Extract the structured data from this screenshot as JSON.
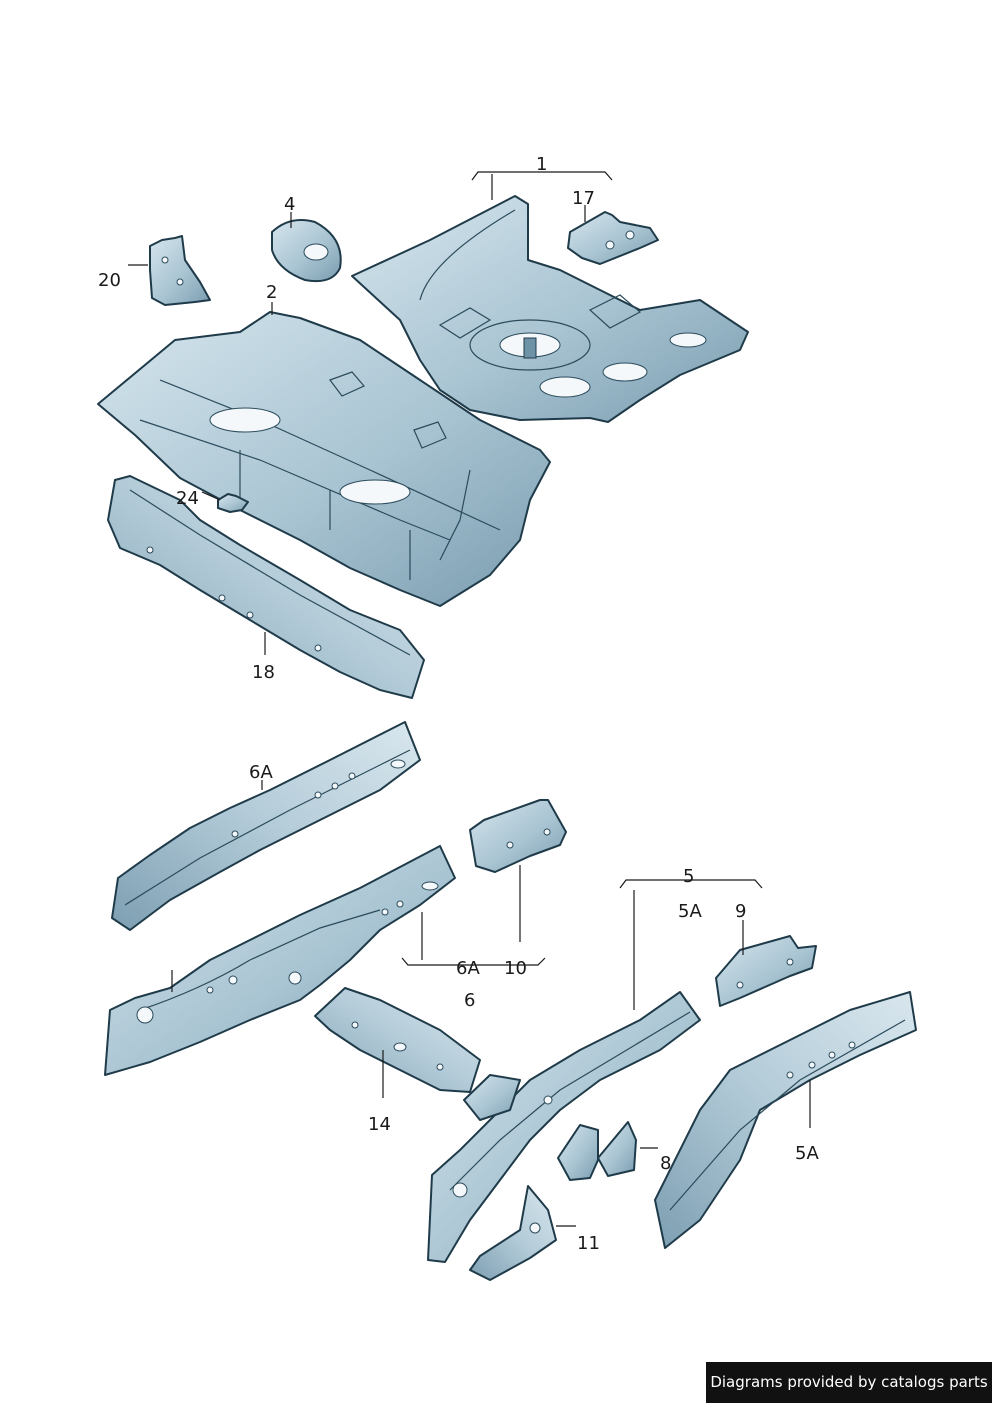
{
  "labels": {
    "p1": "1",
    "p17": "17",
    "p4": "4",
    "p20": "20",
    "p2": "2",
    "p24": "24",
    "p18": "18",
    "p6a_top": "6A",
    "p5": "5",
    "p5a_a": "5A",
    "p9": "9",
    "p6a_mid": "6A",
    "p10": "10",
    "p6": "6",
    "p14": "14",
    "p8": "8",
    "p5a_b": "5A",
    "p11": "11"
  },
  "credit": "Diagrams provided by catalogs parts",
  "colors": {
    "part_light": "#c9dde6",
    "part_mid": "#9fbccb",
    "part_dark": "#6f93a6",
    "outline": "#1f3b4a"
  }
}
